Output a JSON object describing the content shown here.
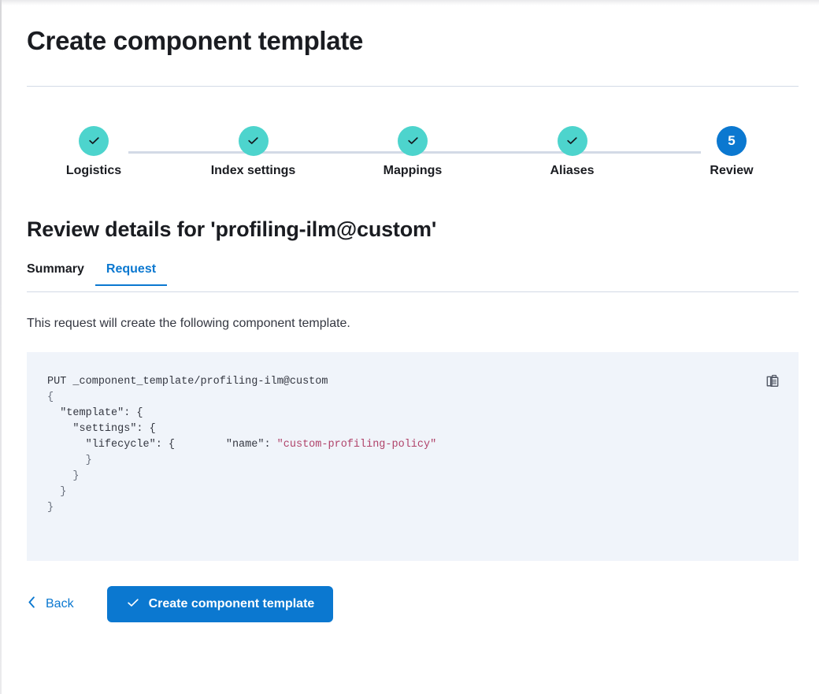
{
  "header": {
    "title": "Create component template"
  },
  "steps": [
    {
      "label": "Logistics",
      "state": "done",
      "icon": "check-icon"
    },
    {
      "label": "Index settings",
      "state": "done",
      "icon": "check-icon"
    },
    {
      "label": "Mappings",
      "state": "done",
      "icon": "check-icon"
    },
    {
      "label": "Aliases",
      "state": "done",
      "icon": "check-icon"
    },
    {
      "label": "Review",
      "state": "current",
      "number": "5"
    }
  ],
  "review": {
    "heading": "Review details for 'profiling-ilm@custom'",
    "tabs": [
      {
        "label": "Summary",
        "active": false
      },
      {
        "label": "Request",
        "active": true
      }
    ],
    "description": "This request will create the following component template.",
    "copy_icon": "copy-clipboard-icon",
    "request": {
      "method": "PUT",
      "path": "_component_template/profiling-ilm@custom",
      "lines": [
        "{",
        "  \"template\": {",
        "    \"settings\": {",
        "      \"lifecycle\": {",
        "        \"name\": \"custom-profiling-policy\"",
        "      }",
        "    }",
        "  }",
        "}"
      ],
      "string_value": "custom-profiling-policy"
    }
  },
  "actions": {
    "back_label": "Back",
    "back_icon": "chevron-left-icon",
    "submit_label": "Create component template",
    "submit_icon": "check-icon"
  },
  "colors": {
    "accent_blue": "#0b78d0",
    "step_done_teal": "#4dd4cd",
    "code_background": "#f0f4fa",
    "code_string": "#b0436a",
    "rule": "#d3dae6"
  }
}
